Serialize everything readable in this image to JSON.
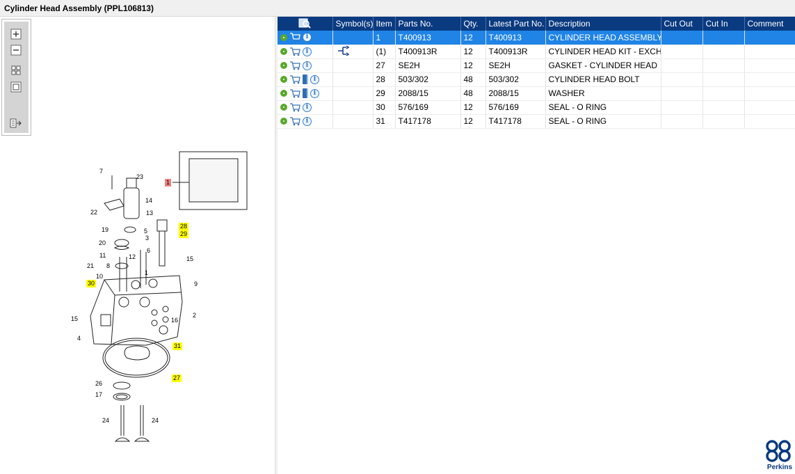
{
  "title": "Cylinder Head Assembly (PPL106813)",
  "zoom_toolbar": {
    "buttons": [
      "zoom-in-icon",
      "zoom-out-icon",
      "fit-window-icon",
      "actual-size-icon",
      "export-icon"
    ]
  },
  "diagram": {
    "callouts": [
      {
        "label": "7",
        "highlight": "none"
      },
      {
        "label": "23",
        "highlight": "none"
      },
      {
        "label": "1",
        "highlight": "red"
      },
      {
        "label": "14",
        "highlight": "none"
      },
      {
        "label": "22",
        "highlight": "none"
      },
      {
        "label": "13",
        "highlight": "none"
      },
      {
        "label": "28",
        "highlight": "yellow"
      },
      {
        "label": "29",
        "highlight": "yellow"
      },
      {
        "label": "19",
        "highlight": "none"
      },
      {
        "label": "5",
        "highlight": "none"
      },
      {
        "label": "3",
        "highlight": "none"
      },
      {
        "label": "20",
        "highlight": "none"
      },
      {
        "label": "6",
        "highlight": "none"
      },
      {
        "label": "11",
        "highlight": "none"
      },
      {
        "label": "12",
        "highlight": "none"
      },
      {
        "label": "15",
        "highlight": "none"
      },
      {
        "label": "21",
        "highlight": "none"
      },
      {
        "label": "8",
        "highlight": "none"
      },
      {
        "label": "1",
        "highlight": "none"
      },
      {
        "label": "10",
        "highlight": "none"
      },
      {
        "label": "30",
        "highlight": "yellow"
      },
      {
        "label": "9",
        "highlight": "none"
      },
      {
        "label": "2",
        "highlight": "none"
      },
      {
        "label": "15",
        "highlight": "none"
      },
      {
        "label": "16",
        "highlight": "none"
      },
      {
        "label": "4",
        "highlight": "none"
      },
      {
        "label": "31",
        "highlight": "yellow"
      },
      {
        "label": "27",
        "highlight": "yellow"
      },
      {
        "label": "26",
        "highlight": "none"
      },
      {
        "label": "17",
        "highlight": "none"
      },
      {
        "label": "24",
        "highlight": "none"
      },
      {
        "label": "24",
        "highlight": "none"
      }
    ]
  },
  "table": {
    "columns": [
      "",
      "Symbol(s)",
      "Item",
      "Parts No.",
      "Qty.",
      "Latest Part No.",
      "Description",
      "Cut Out",
      "Cut In",
      "Comment"
    ],
    "rows": [
      {
        "icons": [
          "gear-icon",
          "cart-icon",
          "info-icon"
        ],
        "symbol": "",
        "item": "1",
        "part_no": "T400913",
        "qty": "12",
        "latest": "T400913",
        "description": "CYLINDER HEAD ASSEMBLY",
        "cut_out": "",
        "cut_in": "",
        "comment": "",
        "selected": true
      },
      {
        "icons": [
          "gear-icon",
          "cart-icon",
          "info-icon"
        ],
        "symbol": "exchange-icon",
        "item": "(1)",
        "part_no": "T400913R",
        "qty": "12",
        "latest": "T400913R",
        "description": "CYLINDER HEAD KIT - EXCH",
        "cut_out": "",
        "cut_in": "",
        "comment": "",
        "selected": false
      },
      {
        "icons": [
          "gear-icon",
          "cart-icon",
          "info-icon"
        ],
        "symbol": "",
        "item": "27",
        "part_no": "SE2H",
        "qty": "12",
        "latest": "SE2H",
        "description": "GASKET - CYLINDER HEAD",
        "cut_out": "",
        "cut_in": "",
        "comment": "",
        "selected": false
      },
      {
        "icons": [
          "gear-icon",
          "cart-icon",
          "book-icon",
          "info-icon"
        ],
        "symbol": "",
        "item": "28",
        "part_no": "503/302",
        "qty": "48",
        "latest": "503/302",
        "description": "CYLINDER HEAD BOLT",
        "cut_out": "",
        "cut_in": "",
        "comment": "",
        "selected": false
      },
      {
        "icons": [
          "gear-icon",
          "cart-icon",
          "book-icon",
          "info-icon"
        ],
        "symbol": "",
        "item": "29",
        "part_no": "2088/15",
        "qty": "48",
        "latest": "2088/15",
        "description": "WASHER",
        "cut_out": "",
        "cut_in": "",
        "comment": "",
        "selected": false
      },
      {
        "icons": [
          "gear-icon",
          "cart-icon",
          "info-icon"
        ],
        "symbol": "",
        "item": "30",
        "part_no": "576/169",
        "qty": "12",
        "latest": "576/169",
        "description": "SEAL - O RING",
        "cut_out": "",
        "cut_in": "",
        "comment": "",
        "selected": false
      },
      {
        "icons": [
          "gear-icon",
          "cart-icon",
          "info-icon"
        ],
        "symbol": "",
        "item": "31",
        "part_no": "T417178",
        "qty": "12",
        "latest": "T417178",
        "description": "SEAL - O RING",
        "cut_out": "",
        "cut_in": "",
        "comment": "",
        "selected": false
      }
    ]
  },
  "brand": {
    "name": "Perkins",
    "color": "#0a3a80"
  },
  "colors": {
    "header_bg": "#0a3a80",
    "selected_row": "#1f84e6",
    "highlight": "#ffff00"
  }
}
